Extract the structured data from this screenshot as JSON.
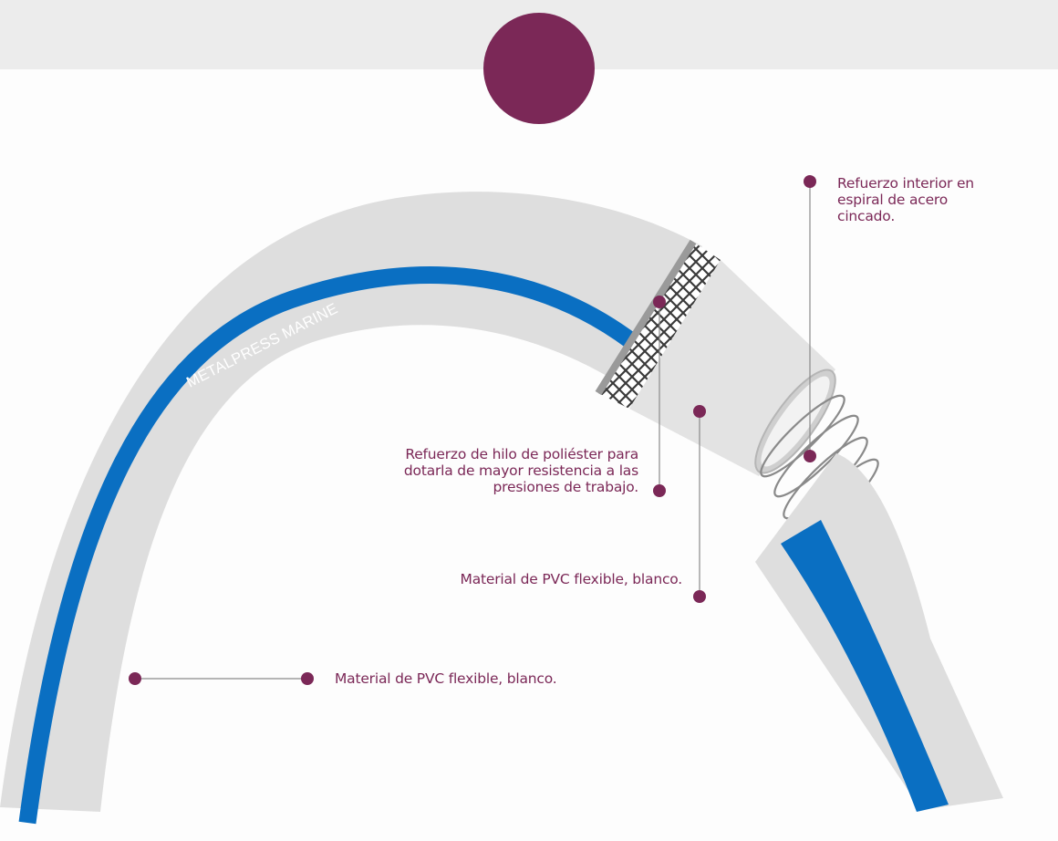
{
  "hose": {
    "brand": "METALPRESS MARINE"
  },
  "labels": {
    "spiral": "Refuerzo interior en espiral de acero cincado.",
    "polyester": "Refuerzo de hilo de poliéster para dotarla de mayor resistencia a las presiones de trabajo.",
    "pvc_inner": "Material de PVC flexible, blanco.",
    "pvc_outer": "Material de PVC flexible, blanco."
  },
  "colors": {
    "accent": "#7b2857",
    "stripe": "#0a6fc2",
    "hose_body": "#dedede",
    "band": "#ececec"
  }
}
